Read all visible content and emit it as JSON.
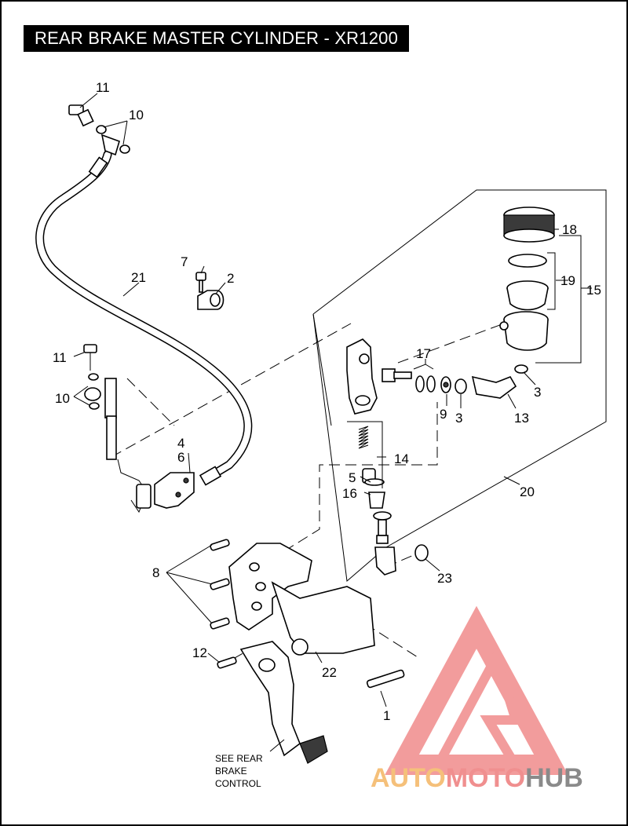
{
  "title": "REAR BRAKE MASTER CYLINDER - XR1200",
  "note": {
    "line1": "SEE REAR",
    "line2": "BRAKE",
    "line3": "CONTROL"
  },
  "watermark": {
    "part1": "AUTO",
    "part2": "MOTO",
    "part3": "HUB",
    "color1": "#f5c07a",
    "color2": "#f08f8f",
    "color3": "#8a8a8a"
  },
  "callouts": {
    "c1": "1",
    "c2": "2",
    "c3a": "3",
    "c3b": "3",
    "c4": "4",
    "c5": "5",
    "c6": "6",
    "c7": "7",
    "c8": "8",
    "c9": "9",
    "c10a": "10",
    "c10b": "10",
    "c11a": "11",
    "c11b": "11",
    "c12": "12",
    "c13": "13",
    "c14": "14",
    "c15": "15",
    "c16": "16",
    "c17": "17",
    "c18": "18",
    "c19": "19",
    "c20": "20",
    "c21": "21",
    "c22": "22",
    "c23": "23"
  }
}
